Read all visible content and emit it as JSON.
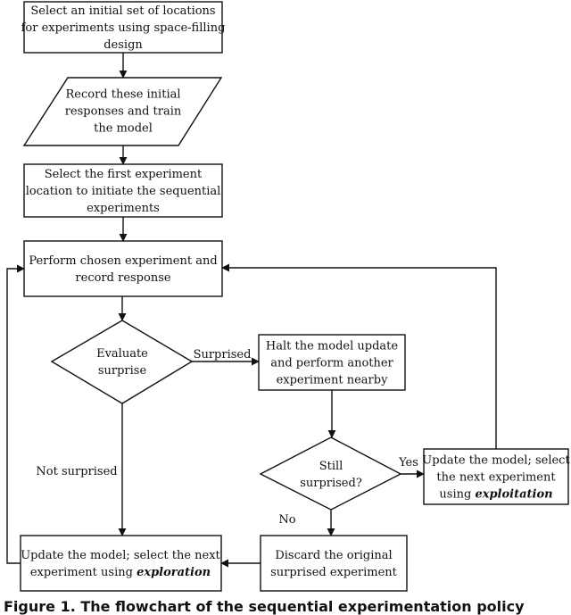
{
  "nodes": {
    "initial_design": {
      "lines": [
        {
          "parts": [
            {
              "t": "Select an initial set of locations"
            }
          ]
        },
        {
          "parts": [
            {
              "t": "for experiments using space-filling"
            }
          ]
        },
        {
          "parts": [
            {
              "t": "design"
            }
          ]
        }
      ]
    },
    "record_train": {
      "lines": [
        {
          "parts": [
            {
              "t": "Record these initial"
            }
          ]
        },
        {
          "parts": [
            {
              "t": "responses and train"
            }
          ]
        },
        {
          "parts": [
            {
              "t": "the model"
            }
          ]
        }
      ]
    },
    "first_location": {
      "lines": [
        {
          "parts": [
            {
              "t": "Select the first experiment"
            }
          ]
        },
        {
          "parts": [
            {
              "t": "location to initiate the sequential"
            }
          ]
        },
        {
          "parts": [
            {
              "t": "experiments"
            }
          ]
        }
      ]
    },
    "perform_experiment": {
      "lines": [
        {
          "parts": [
            {
              "t": "Perform chosen experiment and"
            }
          ]
        },
        {
          "parts": [
            {
              "t": "record response"
            }
          ]
        }
      ]
    },
    "evaluate_surprise": {
      "lines": [
        {
          "parts": [
            {
              "t": "Evaluate"
            }
          ]
        },
        {
          "parts": [
            {
              "t": "surprise"
            }
          ]
        }
      ]
    },
    "halt_update": {
      "lines": [
        {
          "parts": [
            {
              "t": "Halt the model update"
            }
          ]
        },
        {
          "parts": [
            {
              "t": "and perform another"
            }
          ]
        },
        {
          "parts": [
            {
              "t": "experiment nearby"
            }
          ]
        }
      ]
    },
    "still_surprised": {
      "lines": [
        {
          "parts": [
            {
              "t": "Still"
            }
          ]
        },
        {
          "parts": [
            {
              "t": "surprised?"
            }
          ]
        }
      ]
    },
    "update_exploitation": {
      "lines": [
        {
          "parts": [
            {
              "t": "Update the model; select"
            }
          ]
        },
        {
          "parts": [
            {
              "t": "the next experiment"
            }
          ]
        },
        {
          "parts": [
            {
              "t": "using "
            },
            {
              "t": "exploitation",
              "em": true
            }
          ]
        }
      ]
    },
    "discard": {
      "lines": [
        {
          "parts": [
            {
              "t": "Discard the original"
            }
          ]
        },
        {
          "parts": [
            {
              "t": "surprised experiment"
            }
          ]
        }
      ]
    },
    "update_exploration": {
      "lines": [
        {
          "parts": [
            {
              "t": "Update the model; select the next"
            }
          ]
        },
        {
          "parts": [
            {
              "t": "experiment using "
            },
            {
              "t": "exploration",
              "em": true
            }
          ]
        }
      ]
    }
  },
  "edge_labels": {
    "surprised": "Surprised",
    "not_surprised": "Not surprised",
    "yes": "Yes",
    "no": "No"
  },
  "caption": "Figure 1. The flowchart of the sequential experimentation policy"
}
